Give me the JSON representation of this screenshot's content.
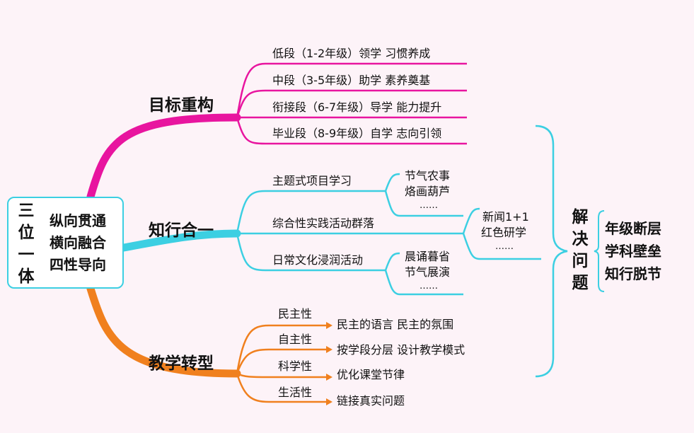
{
  "root": {
    "title_chars": [
      "三",
      "位",
      "一",
      "体"
    ],
    "lines": [
      "纵向贯通",
      "横向融合",
      "四性导向"
    ]
  },
  "branches": [
    {
      "label": "目标重构",
      "color": "#e8159f",
      "items": [
        "低段（1-2年级）领学  习惯养成",
        "中段（3-5年级）助学  素养奠基",
        "衔接段（6-7年级）导学  能力提升",
        "毕业段（8-9年级）自学  志向引领"
      ]
    },
    {
      "label": "知行合一",
      "color": "#3ccfe2",
      "items": [
        {
          "label": "主题式项目学习",
          "examples": [
            "节气农事",
            "烙画葫芦",
            "……"
          ]
        },
        {
          "label": "综合性实践活动群落",
          "examples": [
            "新闻1+1",
            "红色研学",
            "……"
          ]
        },
        {
          "label": "日常文化浸润活动",
          "examples": [
            "晨诵暮省",
            "节气展演",
            "……"
          ]
        }
      ]
    },
    {
      "label": "教学转型",
      "color": "#f0801e",
      "items": [
        {
          "label": "民主性",
          "result": "民主的语言  民主的氛围"
        },
        {
          "label": "自主性",
          "result": "按学段分层  设计教学模式"
        },
        {
          "label": "科学性",
          "result": "优化课堂节律"
        },
        {
          "label": "生活性",
          "result": "链接真实问题"
        }
      ]
    }
  ],
  "solve": {
    "title_chars": [
      "解",
      "决",
      "问",
      "题"
    ],
    "items": [
      "年级断层",
      "学科壁垒",
      "知行脱节"
    ]
  }
}
